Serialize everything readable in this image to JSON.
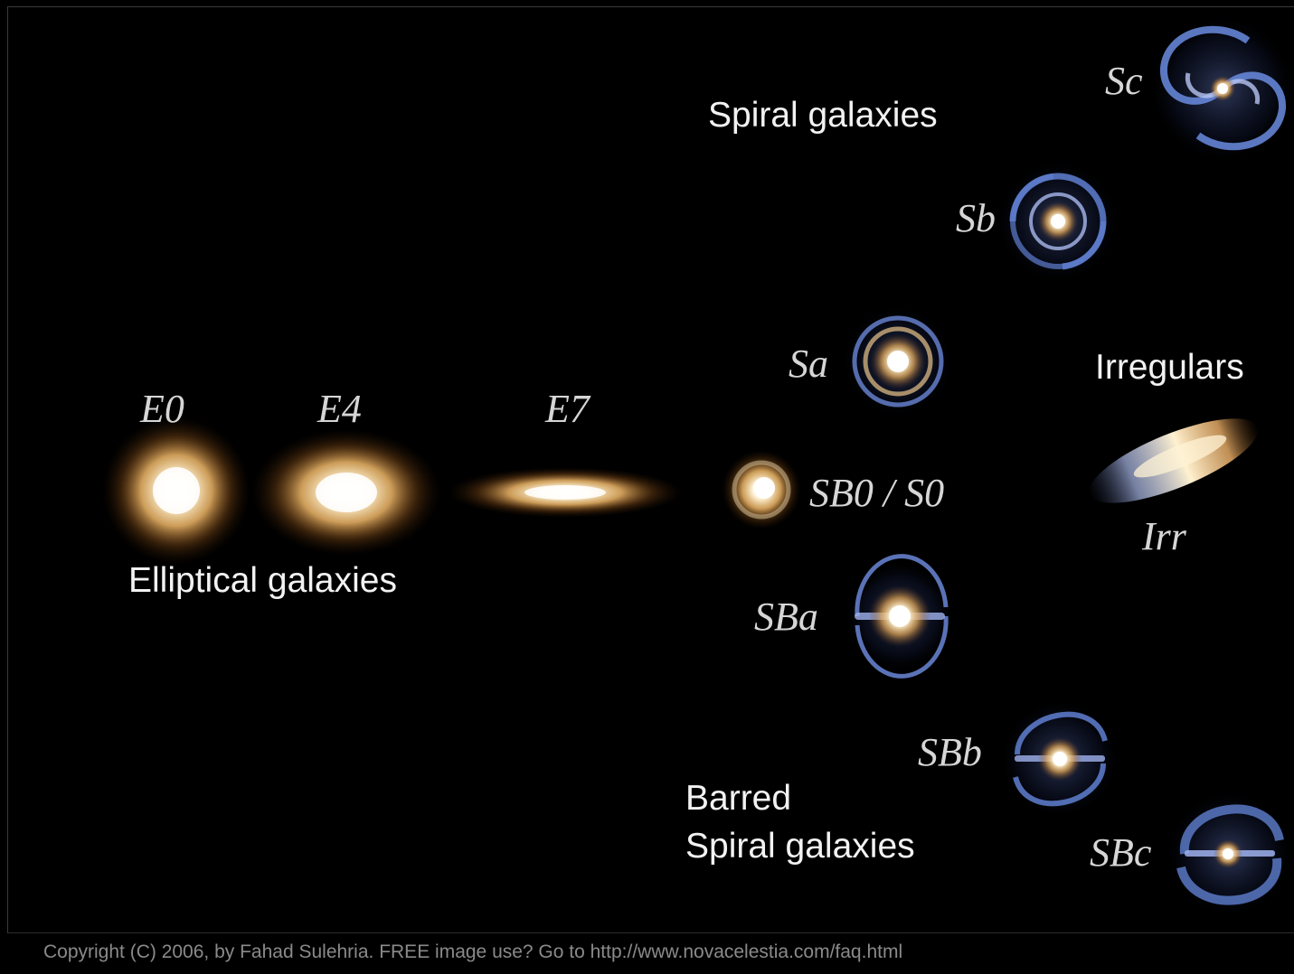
{
  "headings": {
    "spiral": "Spiral galaxies",
    "elliptical": "Elliptical galaxies",
    "irregulars": "Irregulars",
    "barred_line1": "Barred",
    "barred_line2": "Spiral galaxies"
  },
  "galaxy_tags": {
    "E0": "E0",
    "E4": "E4",
    "E7": "E7",
    "S0": "SB0 / S0",
    "Sa": "Sa",
    "Sb": "Sb",
    "Sc": "Sc",
    "SBa": "SBa",
    "SBb": "SBb",
    "SBc": "SBc",
    "Irr": "Irr"
  },
  "footer": "Copyright (C) 2006, by Fahad Sulehria. FREE image use? Go to http://www.novacelestia.com/faq.html",
  "colors": {
    "background": "#000000",
    "heading_text": "#f2f2f2",
    "tag_text": "#d6d6d6",
    "footer_text": "#8a8a8a",
    "elliptical_core": "#fff6dc",
    "elliptical_halo": "#d98a2a",
    "spiral_arm_blue": "#5f7fd0"
  }
}
